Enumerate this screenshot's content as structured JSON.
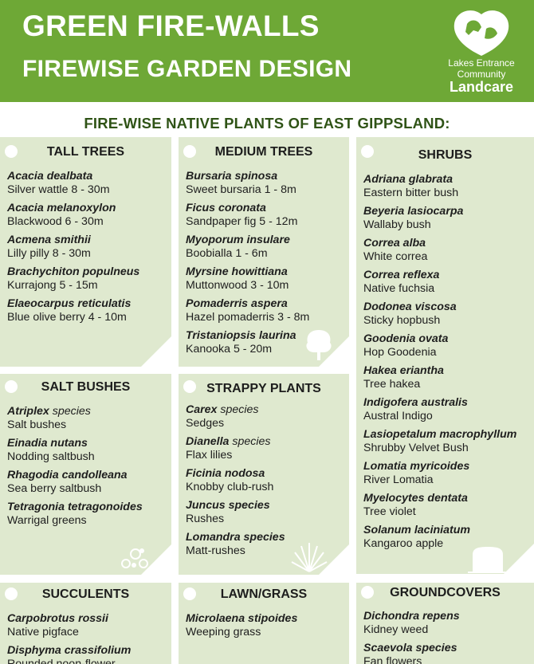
{
  "header": {
    "title_line1": "GREEN FIRE-WALLS",
    "title_line2": "FIREWISE GARDEN DESIGN",
    "logo": {
      "line1": "Lakes Entrance",
      "line2": "Community",
      "line3": "Landcare",
      "icon": "hands-map-icon"
    }
  },
  "subtitle": "FIRE-WISE NATIVE PLANTS OF EAST GIPPSLAND:",
  "colors": {
    "header_green": "#6ea836",
    "panel_green": "#dfe9cf",
    "subtitle_green": "#2f5316"
  },
  "panels": {
    "tall_trees": {
      "title": "TALL TREES",
      "plants": [
        {
          "sci": "Acacia dealbata",
          "common": "Silver wattle 8 - 30m"
        },
        {
          "sci": "Acacia melanoxylon",
          "common": "Blackwood 6 - 30m"
        },
        {
          "sci": "Acmena smithii",
          "common": "Lilly pilly 8 - 30m"
        },
        {
          "sci": "Brachychiton populneus",
          "common": "Kurrajong 5 - 15m"
        },
        {
          "sci": "Elaeocarpus reticulatis",
          "common": "Blue olive berry 4 - 10m"
        }
      ]
    },
    "medium_trees": {
      "title": "MEDIUM TREES",
      "plants": [
        {
          "sci": "Bursaria spinosa",
          "common": "Sweet bursaria 1 - 8m"
        },
        {
          "sci": "Ficus coronata",
          "common": "Sandpaper fig 5 - 12m"
        },
        {
          "sci": "Myoporum insulare",
          "common": "Boobialla 1 - 6m"
        },
        {
          "sci": "Myrsine howittiana",
          "common": "Muttonwood 3 - 10m"
        },
        {
          "sci": "Pomaderris aspera",
          "common": "Hazel pomaderris 3 - 8m"
        },
        {
          "sci": "Tristaniopsis laurina",
          "common": "Kanooka 5 - 20m"
        }
      ]
    },
    "shrubs": {
      "title": "SHRUBS",
      "plants": [
        {
          "sci": "Adriana glabrata",
          "common": "Eastern bitter bush"
        },
        {
          "sci": "Beyeria lasiocarpa",
          "common": "Wallaby bush"
        },
        {
          "sci": "Correa alba",
          "common": "White correa"
        },
        {
          "sci": "Correa reflexa",
          "common": "Native fuchsia"
        },
        {
          "sci": "Dodonea viscosa",
          "common": "Sticky hopbush"
        },
        {
          "sci": "Goodenia ovata",
          "common": "Hop Goodenia"
        },
        {
          "sci": "Hakea eriantha",
          "common": "Tree hakea"
        },
        {
          "sci": "Indigofera australis",
          "common": "Austral Indigo"
        },
        {
          "sci": "Lasiopetalum macrophyllum",
          "common": "Shrubby Velvet Bush"
        },
        {
          "sci": "Lomatia myricoides",
          "common": "River Lomatia"
        },
        {
          "sci": "Myelocytes dentata",
          "common": "Tree violet"
        },
        {
          "sci": "Solanum laciniatum",
          "common": "Kangaroo apple"
        }
      ]
    },
    "salt_bushes": {
      "title": "SALT BUSHES",
      "plants": [
        {
          "sci": "Atriplex",
          "sp": " species",
          "common": "Salt bushes"
        },
        {
          "sci": "Einadia nutans",
          "common": "Nodding saltbush"
        },
        {
          "sci": "Rhagodia candolleana",
          "common": "Sea berry saltbush"
        },
        {
          "sci": "Tetragonia tetragonoides",
          "common": "Warrigal greens"
        }
      ]
    },
    "strappy_plants": {
      "title": "STRAPPY PLANTS",
      "plants": [
        {
          "sci": "Carex",
          "sp": " species",
          "common": "Sedges"
        },
        {
          "sci": "Dianella",
          "sp": " species",
          "common": "Flax lilies"
        },
        {
          "sci": "Ficinia nodosa",
          "common": "Knobby club-rush"
        },
        {
          "sci": "Juncus species",
          "common": "Rushes"
        },
        {
          "sci": "Lomandra species",
          "common": "Matt-rushes"
        }
      ]
    },
    "succulents": {
      "title": "SUCCULENTS",
      "plants": [
        {
          "sci": "Carpobrotus rossii",
          "common": "Native pigface"
        },
        {
          "sci": "Disphyma crassifolium",
          "common": "Rounded noon-flower"
        }
      ]
    },
    "lawn_grass": {
      "title": "LAWN/GRASS",
      "plants": [
        {
          "sci": "Microlaena stipoides",
          "common": "Weeping grass"
        }
      ]
    },
    "groundcovers": {
      "title": "GROUNDCOVERS",
      "plants": [
        {
          "sci": "Dichondra repens",
          "common": "Kidney weed"
        },
        {
          "sci": "Scaevola species",
          "common": "Fan flowers"
        }
      ]
    }
  }
}
